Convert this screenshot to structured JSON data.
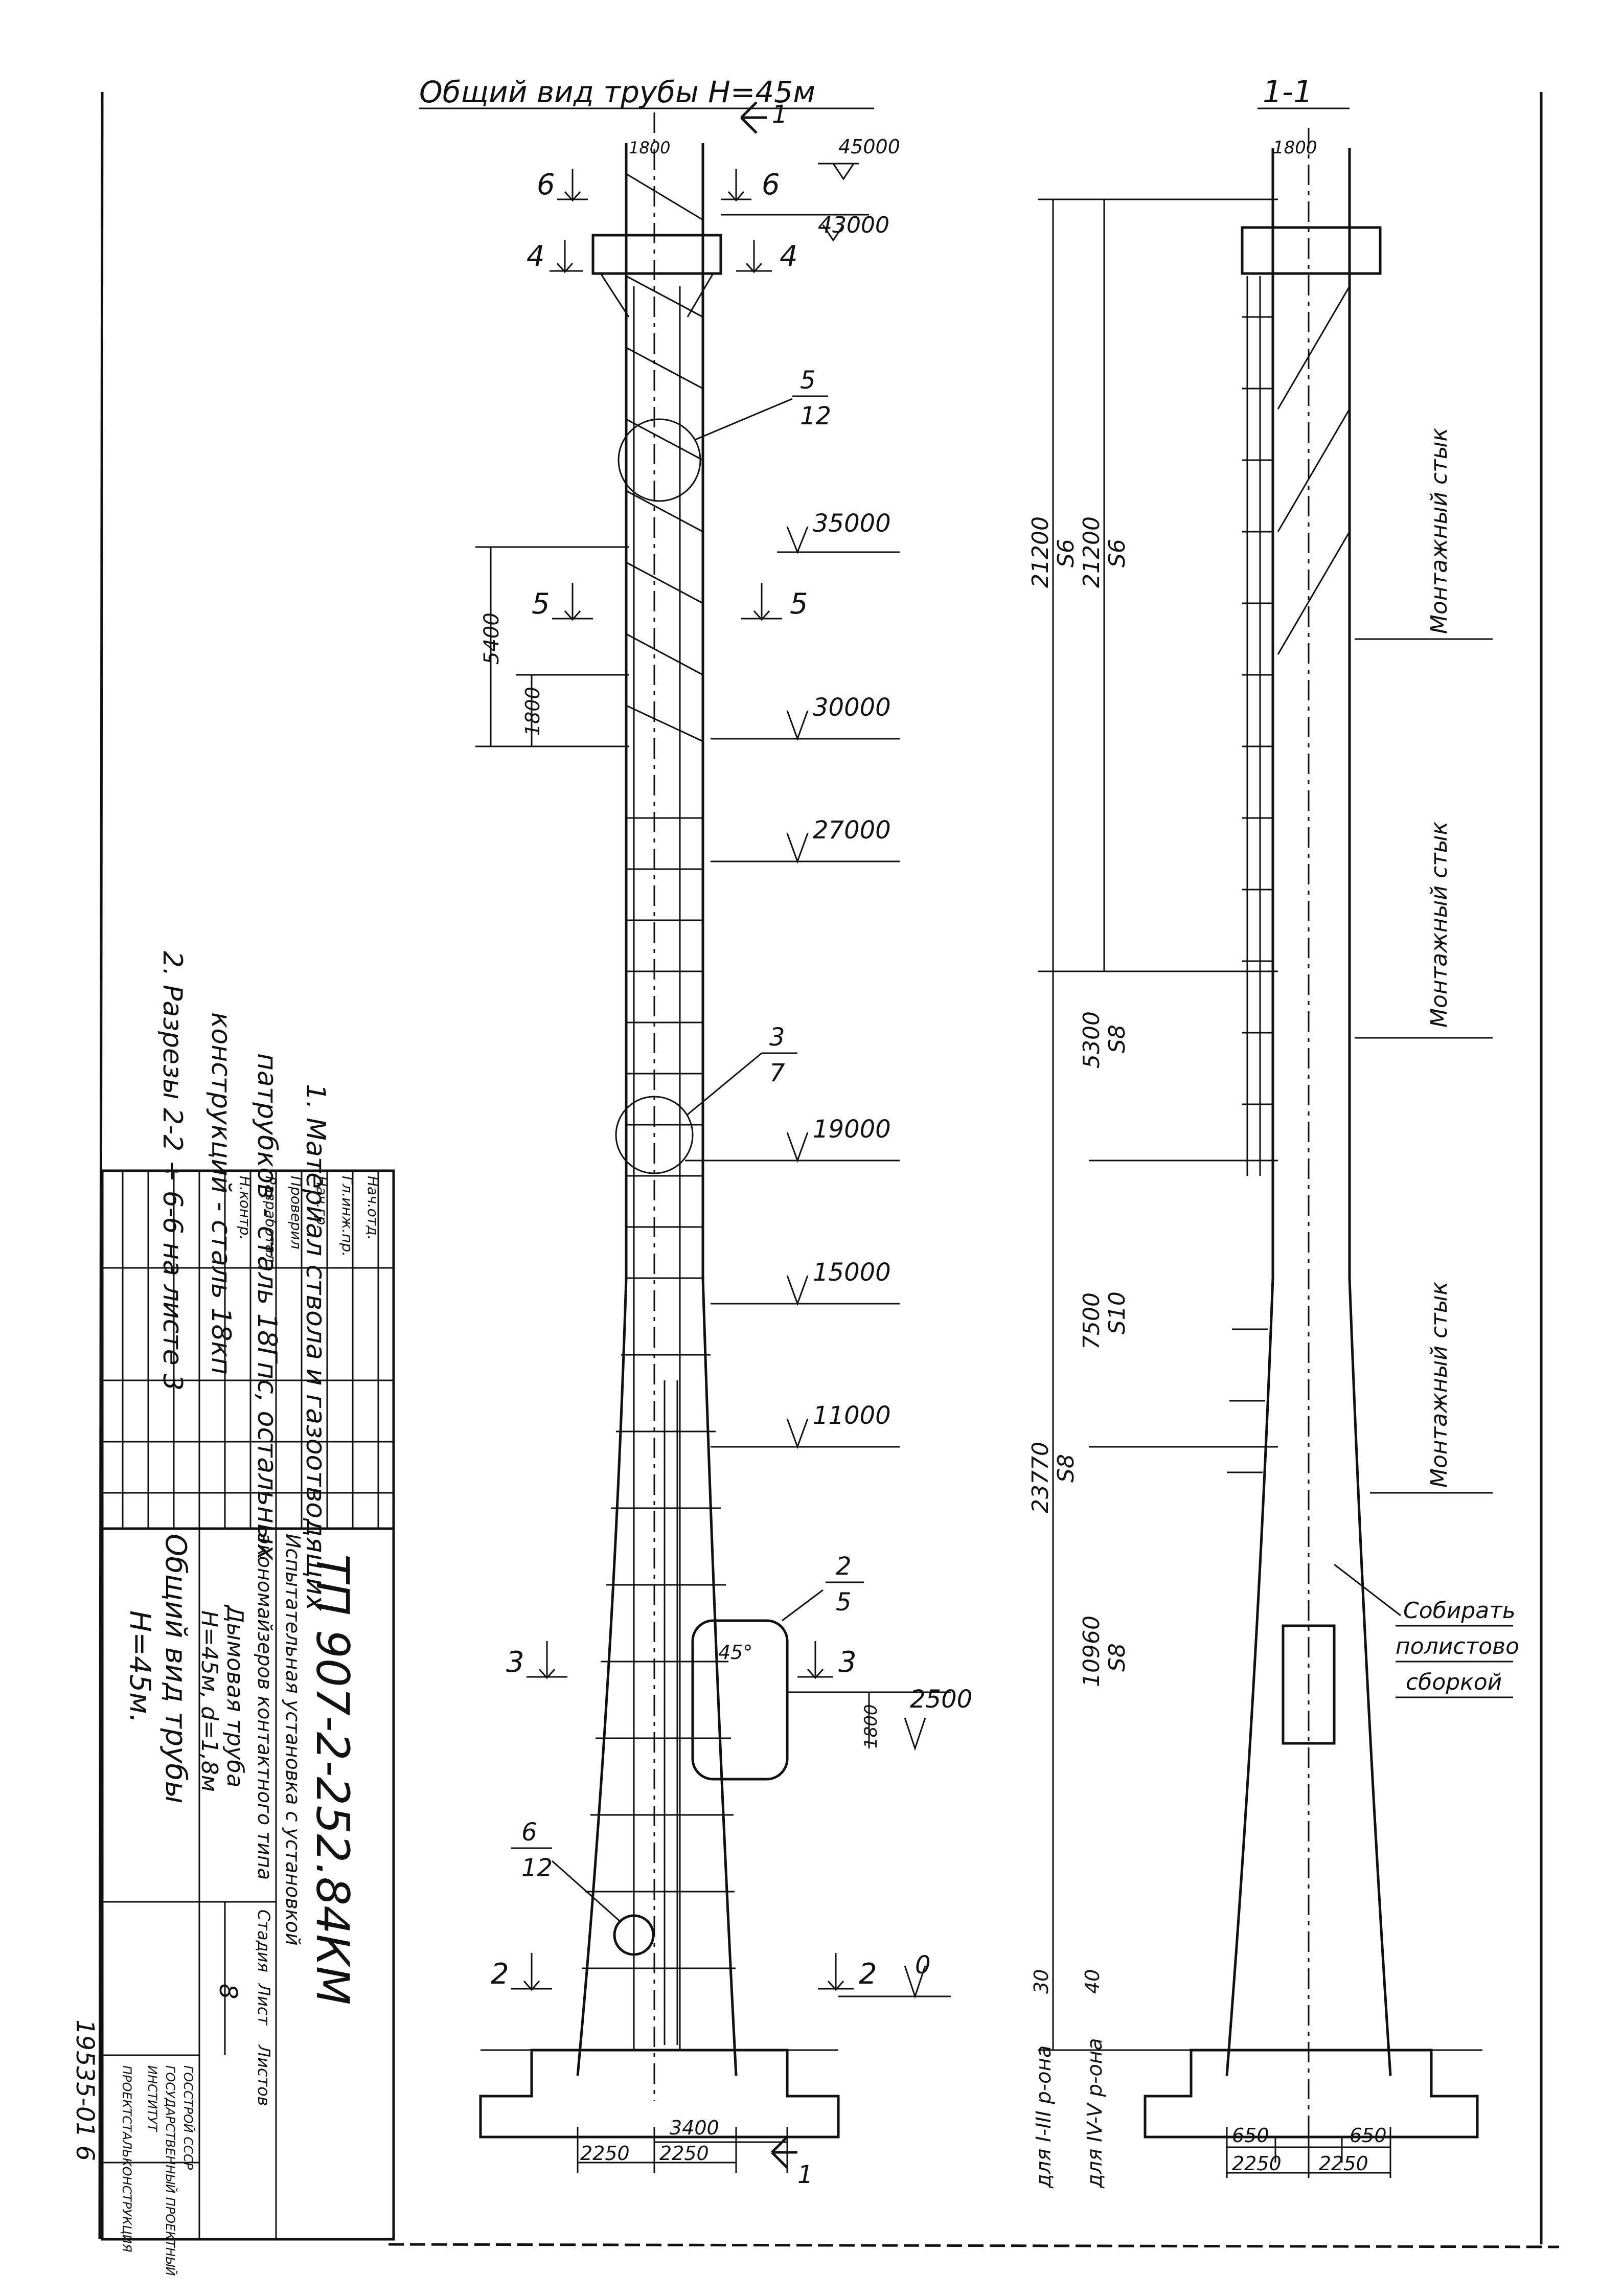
{
  "title_main": "Общий вид трубы H=45м",
  "title_section": "1-1",
  "section_mark": "1",
  "notes": [
    "1. Материал ствола и газоотводящих",
    "патрубков - сталь 18Гпс, остальных",
    "конструкций - сталь 18кп",
    "2. Разрезы 2-2 ÷ 6-6 на листе 3"
  ],
  "elevations": [
    "45000",
    "43000",
    "35000",
    "30000",
    "27000",
    "19000",
    "15000",
    "11000",
    "2500",
    "0"
  ],
  "elev_top_label": "1800",
  "callouts": [
    {
      "num": "5",
      "den": "12"
    },
    {
      "num": "3",
      "den": "7"
    },
    {
      "num": "2",
      "den": "5"
    },
    {
      "num": "6",
      "den": "12"
    }
  ],
  "cuts_left": [
    "6",
    "4",
    "5",
    "3",
    "2"
  ],
  "cuts_right": [
    "6",
    "4",
    "5",
    "3",
    "2"
  ],
  "dims_left": {
    "d5400": "5400",
    "d1800": "1800",
    "d1800b": "1800",
    "angle": "45°",
    "base_3400": "3400",
    "base_a": "2250",
    "base_b": "2250",
    "zero_30": "30"
  },
  "dims_right": {
    "top_1800": "1800",
    "seg1": "21200",
    "seg1_s": "S6",
    "seg1b": "21200",
    "seg1b_s": "S6",
    "seg2": "5300",
    "seg2_s": "S8",
    "seg3": "7500",
    "seg3_s": "S10",
    "seg4": "23770",
    "seg4_s": "S8",
    "seg5": "10960",
    "seg5_s": "S8",
    "bottom": "40",
    "base_650a": "650",
    "base_650b": "650",
    "base_2250a": "2250",
    "base_2250b": "2250",
    "for_1": "для I-III р-она",
    "for_2": "для IV-V р-она"
  },
  "joint_label": "Монтажный стык",
  "assembly_note": [
    "Собирать",
    "полистово",
    "сборкой"
  ],
  "stamp": {
    "code": "ТП 907-2-252.84КМ",
    "desc": [
      "Испытательная установка с установкой",
      "экономайзеров контактного типа"
    ],
    "object": [
      "Дымовая труба",
      "H=45м, d=1,8м"
    ],
    "sheet_title": [
      "Общий вид трубы",
      "H=45м."
    ],
    "stage_hdr": "Стадия",
    "sheet_hdr": "Лист",
    "sheets_hdr": "Листов",
    "sheet_no": "8",
    "org": [
      "ГОССТРОЙ СССР",
      "ГОСУДАРСТВЕННЫЙ ПРОЕКТНЫЙ",
      "ИНСТИТУТ",
      "ПРОЕКТСТАЛЬКОНСТРУКЦИЯ"
    ],
    "roles": [
      "Нач.отд.",
      "Гл.инж.пр.",
      "Нач.гр.",
      "Проверил",
      "Разработал",
      "Н.контр."
    ]
  },
  "archive_no": "19535-01 6"
}
